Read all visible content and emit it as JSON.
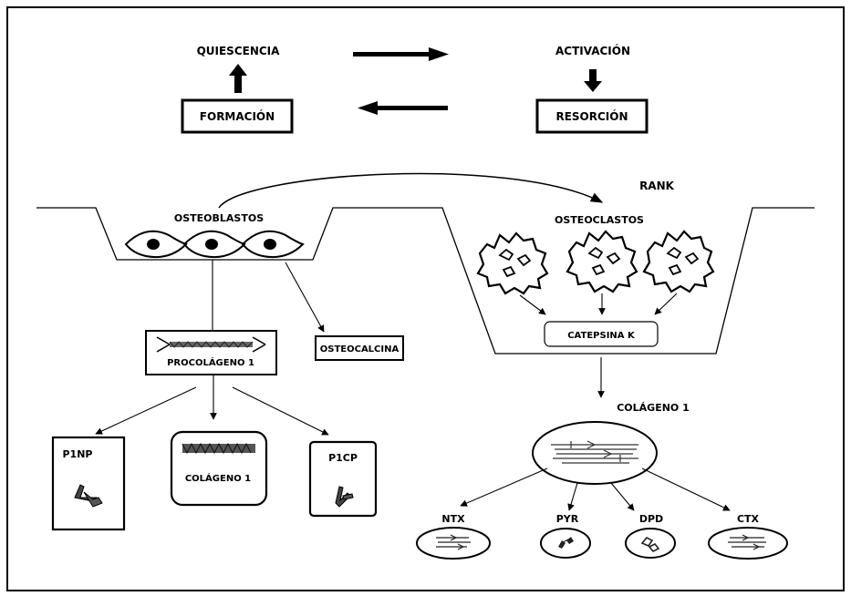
{
  "cycle": {
    "quiescencia": "QUIESCENCIA",
    "activacion": "ACTIVACIÓN",
    "formacion": "FORMACIÓN",
    "resorcion": "RESORCIÓN"
  },
  "cells": {
    "rank": "RANK",
    "osteoblastos": "OSTEOBLASTOS",
    "osteoclastos": "OSTEOCLASTOS"
  },
  "formation_markers": {
    "osteocalcina": "OSTEOCALCINA",
    "procolageno": "PROCOLÁGENO 1",
    "p1np": "P1NP",
    "colageno": "COLÁGENO 1",
    "p1cp": "P1CP"
  },
  "resorption_markers": {
    "catepsina": "CATEPSINA K",
    "colageno": "COLÁGENO 1",
    "ntx": "NTX",
    "pyr": "PYR",
    "dpd": "DPD",
    "ctx": "CTX"
  },
  "colors": {
    "ink": "#000000",
    "background": "#ffffff",
    "collagen": "#555555"
  }
}
